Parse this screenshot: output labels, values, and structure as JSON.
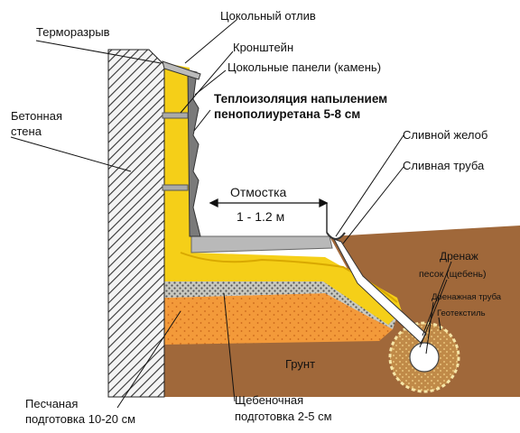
{
  "labels": {
    "thermal_break": "Терморазрыв",
    "plinth_drip": "Цокольный отлив",
    "bracket": "Кронштейн",
    "plinth_panels": "Цокольные панели (камень)",
    "insulation_line1": "Теплоизоляция напылением",
    "insulation_line2": "пенополиуретана 5-8 см",
    "concrete_wall_line1": "Бетонная",
    "concrete_wall_line2": "стена",
    "drain_gutter": "Сливной желоб",
    "drain_pipe": "Сливная труба",
    "blind_area": "Отмостка",
    "blind_area_width": "1 - 1.2 м",
    "drainage": "Дренаж",
    "sand_gravel": "песок (щебень)",
    "drainage_pipe": "Дренажная труба",
    "geotextile": "Геотекстиль",
    "soil": "Грунт",
    "sand_bed_line1": "Песчаная",
    "sand_bed_line2": "подготовка 10-20 см",
    "gravel_bed_line1": "Щебеночная",
    "gravel_bed_line2": "подготовка 2-5 см"
  },
  "colors": {
    "soil": "#a0683a",
    "insulation": "#f5cf18",
    "sand": "#f39a3a",
    "gravel": "#c9c9c0",
    "wall_fill": "#f4f4f4",
    "wall_hatch": "#333333",
    "panel": "#7a7a7a",
    "pipe": "#ffffff"
  }
}
